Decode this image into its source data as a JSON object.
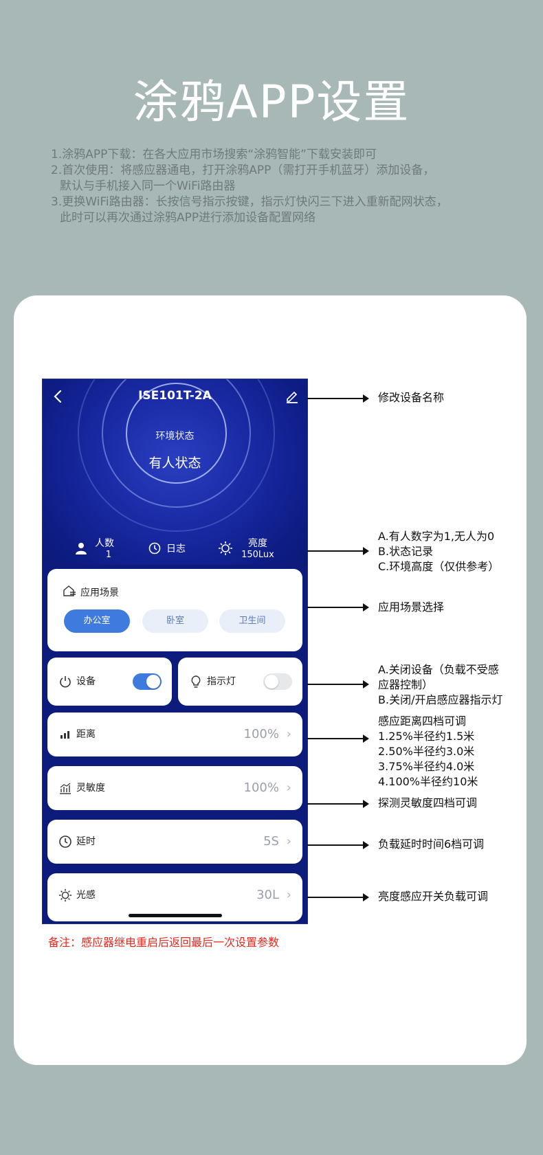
{
  "page": {
    "title": "涂鸦APP设置",
    "instructions": [
      "1.涂鸦APP下载：在各大应用市场搜索“涂鸦智能”下载安装即可",
      "2.首次使用：将感应器通电，打开涂鸦APP（需打开手机蓝牙）添加设备，",
      "默认与手机接入同一个WiFi路由器",
      "3.更换WiFi路由器：长按信号指示按键，指示灯快闪三下进入重新配网状态，",
      "此时可以再次通过涂鸦APP进行添加设备配置网络"
    ],
    "note": "备注：感应器继电重启后返回最后一次设置参数"
  },
  "app": {
    "device_name": "ISE101T-2A",
    "env_label": "环境状态",
    "env_value": "有人状态",
    "stats": {
      "people_label": "人数",
      "people_value": "1",
      "log_label": "日志",
      "brightness_label": "亮度",
      "brightness_value": "150Lux"
    },
    "scene": {
      "title": "应用场景",
      "options": [
        "办公室",
        "卧室",
        "卫生间"
      ],
      "selected": "办公室"
    },
    "device_toggle": {
      "label": "设备",
      "on": true
    },
    "indicator_toggle": {
      "label": "指示灯",
      "on": false
    },
    "rows": {
      "distance": {
        "label": "距离",
        "value": "100%"
      },
      "sensitivity": {
        "label": "灵敏度",
        "value": "100%"
      },
      "delay": {
        "label": "延时",
        "value": "5S"
      },
      "light": {
        "label": "光感",
        "value": "30L"
      }
    },
    "colors": {
      "accent": "#3f7bdf",
      "header": "#1a2aa5",
      "note": "#e8281c"
    }
  },
  "annotations": {
    "rename": "修改设备名称",
    "stats": [
      "A.有人数字为1,无人为0",
      "B.状态记录",
      "C.环境高度（仅供参考）"
    ],
    "scene": "应用场景选择",
    "toggles": [
      "A.关闭设备（负载不受感",
      "应器控制）",
      "B.关闭/开启感应器指示灯"
    ],
    "distance": [
      "感应距离四档可调",
      "1.25%半径约1.5米",
      "2.50%半径约3.0米",
      "3.75%半径约4.0米",
      "4.100%半径约10米"
    ],
    "sensitivity": "探测灵敏度四档可调",
    "delay": "负载延时时间6档可调",
    "light": "亮度感应开关负载可调"
  }
}
